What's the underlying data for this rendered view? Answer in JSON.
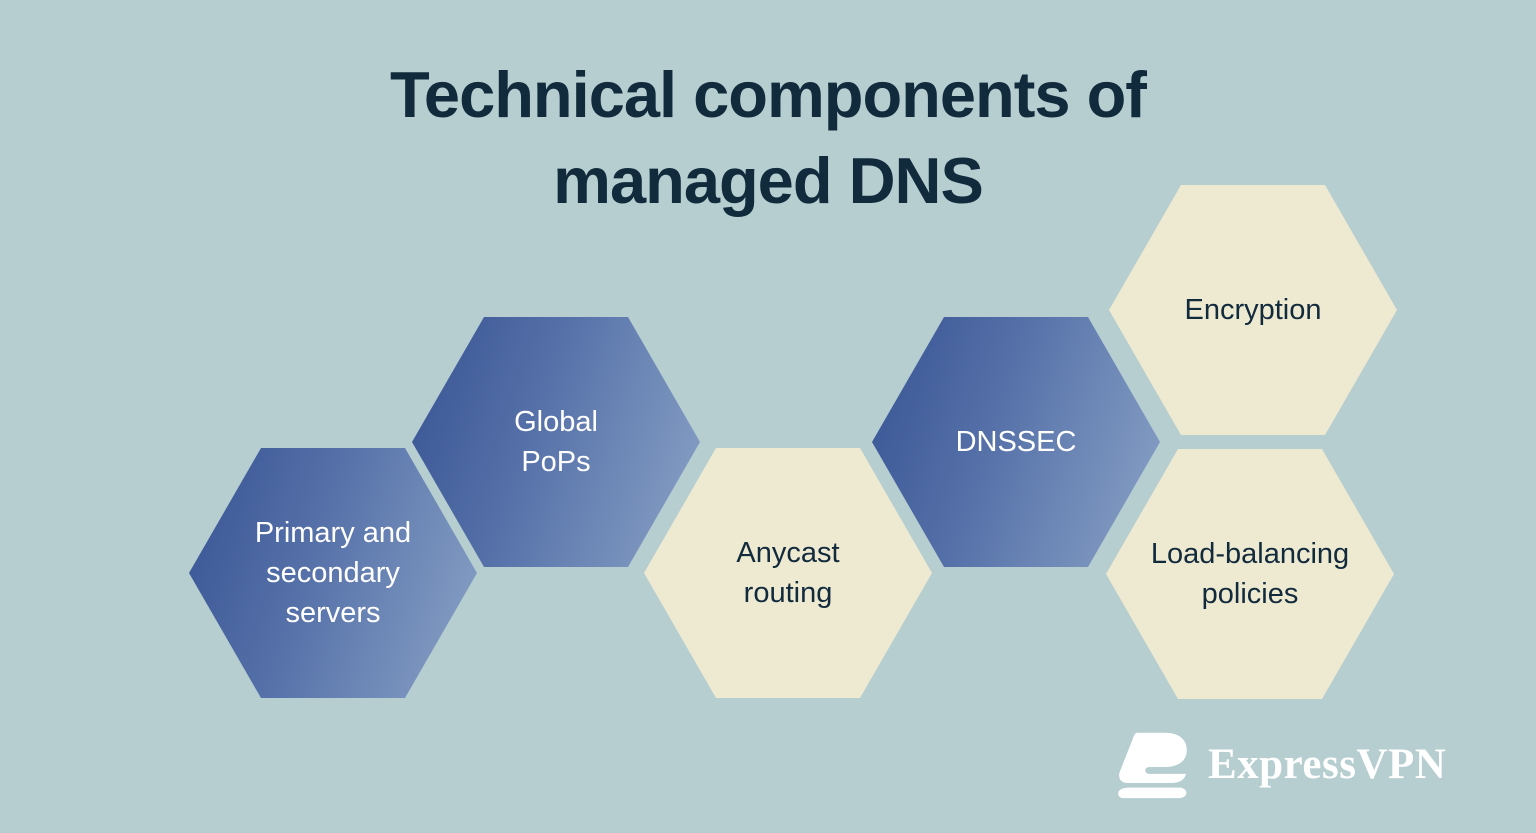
{
  "title": {
    "line1": "Technical components of",
    "line2": "managed DNS",
    "full": "Technical components of managed DNS"
  },
  "hexagons": [
    {
      "id": "primary-secondary-servers",
      "label": "Primary and secondary servers",
      "lines": [
        "Primary and",
        "secondary",
        "servers"
      ],
      "style": "blue"
    },
    {
      "id": "global-pops",
      "label": "Global PoPs",
      "lines": [
        "Global",
        "PoPs"
      ],
      "style": "blue"
    },
    {
      "id": "anycast-routing",
      "label": "Anycast routing",
      "lines": [
        "Anycast",
        "routing"
      ],
      "style": "cream"
    },
    {
      "id": "dnssec",
      "label": "DNSSEC",
      "lines": [
        "DNSSEC"
      ],
      "style": "blue"
    },
    {
      "id": "encryption",
      "label": "Encryption",
      "lines": [
        "Encryption"
      ],
      "style": "cream"
    },
    {
      "id": "load-balancing-policies",
      "label": "Load-balancing policies",
      "lines": [
        "Load-balancing",
        "policies"
      ],
      "style": "cream"
    }
  ],
  "logo": {
    "brand": "ExpressVPN",
    "icon": "expressvpn-logomark"
  },
  "colors": {
    "background": "#b6ced0",
    "hex_blue_dark": "#3b5796",
    "hex_blue_light": "#8aa3c7",
    "hex_cream": "#eee9d1",
    "title_navy": "#112a3c",
    "logo_white": "#ffffff"
  }
}
